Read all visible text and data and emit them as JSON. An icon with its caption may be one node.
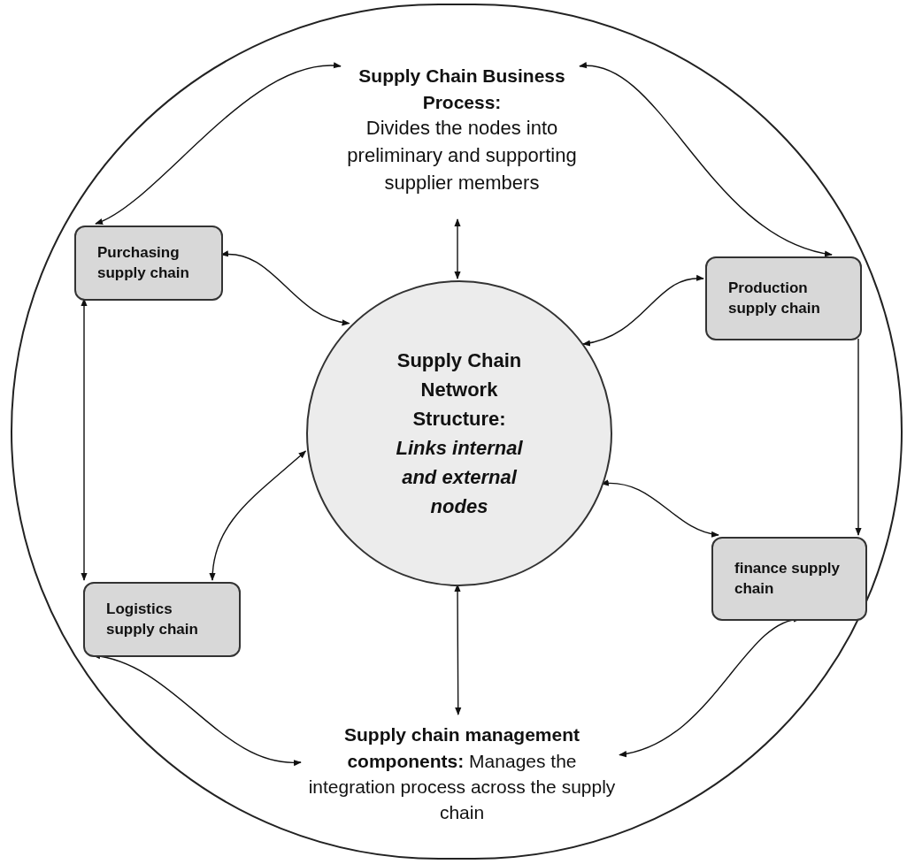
{
  "diagram": {
    "nodes": [
      {
        "text": [],
        "shape": "circle"
      },
      {
        "text": [
          "Supply Chain Business Process:",
          "Divides the nodes into preliminary and supporting supplier members"
        ],
        "in": 0
      },
      {
        "text": [
          "Purchasing supply chain"
        ],
        "in": 0
      },
      {
        "text": [
          "Production supply chain"
        ],
        "in": 0
      },
      {
        "text": [
          "Supply Chain Network Structure:",
          "Links internal and external nodes"
        ],
        "in": 0
      },
      {
        "text": [
          "Logistics supply chain"
        ],
        "in": 0
      },
      {
        "text": [
          "finance supply chain"
        ],
        "in": 0
      },
      {
        "text": [
          "**Supply chain management components:** Manages the integration process across the supply chain"
        ],
        "in": 0
      }
    ],
    "edges": [
      {
        "from": 1,
        "to": 2,
        "arrow": "both"
      },
      {
        "from": 1,
        "to": 3,
        "arrow": "both"
      },
      {
        "from": 1,
        "to": 4,
        "arrow": "both"
      },
      {
        "from": 2,
        "to": 4,
        "arrow": "both"
      },
      {
        "from": 3,
        "to": 4,
        "arrow": "both"
      },
      {
        "from": 2,
        "to": 5,
        "arrow": "both"
      },
      {
        "from": 3,
        "to": 6,
        "arrow": "to"
      },
      {
        "from": 4,
        "to": 5,
        "arrow": "both"
      },
      {
        "from": 4,
        "to": 6,
        "arrow": "both"
      },
      {
        "from": 4,
        "to": 7,
        "arrow": "both"
      },
      {
        "from": 5,
        "to": 7,
        "arrow": "both"
      },
      {
        "from": 6,
        "to": 7,
        "arrow": "both"
      }
    ]
  }
}
